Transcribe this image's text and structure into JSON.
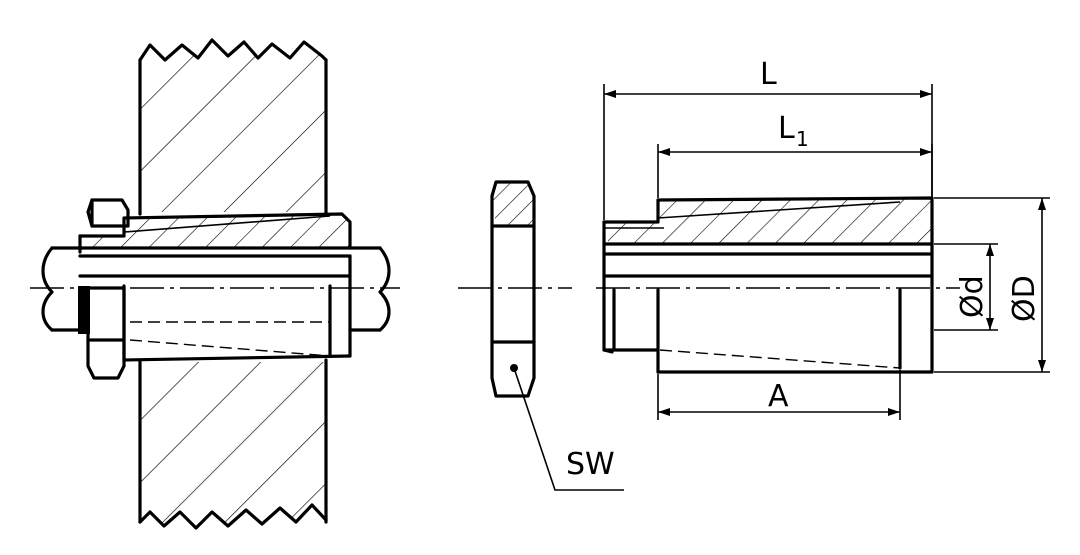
{
  "labels": {
    "length_total": "L",
    "length_partial": "L",
    "length_partial_sub": "1",
    "length_taper": "A",
    "dia_inner": "Ød",
    "dia_outer": "ØD",
    "wrench_size": "SW"
  }
}
